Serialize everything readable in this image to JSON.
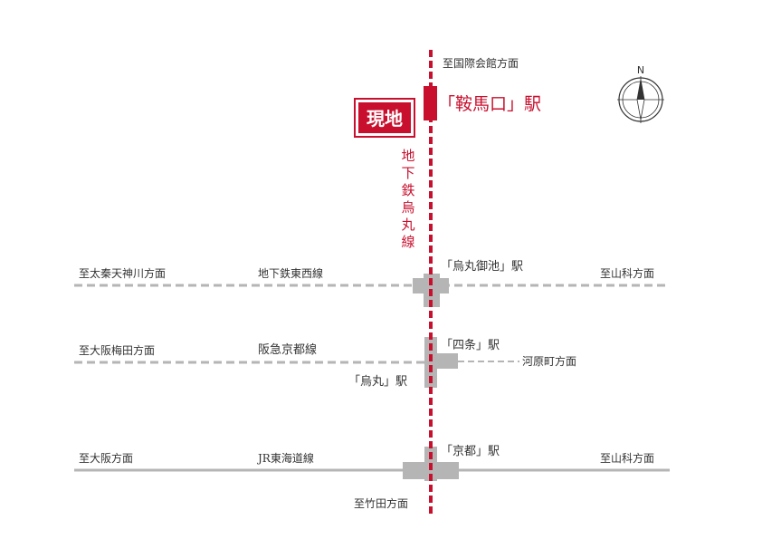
{
  "colors": {
    "subway": "#c8102e",
    "rail_gray": "#b5b5b5",
    "station_gray": "#b5b5b5",
    "text": "#333333",
    "site_badge_bg": "#c8102e",
    "site_badge_text": "#ffffff"
  },
  "site_badge": {
    "label": "現地"
  },
  "subway_line": {
    "name": "地下鉄烏丸線",
    "chars": [
      "地",
      "下",
      "鉄",
      "烏",
      "丸",
      "線"
    ]
  },
  "directions": {
    "north": "至国際会館方面",
    "south": "至竹田方面"
  },
  "compass": {
    "label": "N",
    "icon": "compass-rose-icon"
  },
  "stations": {
    "kurama_guchi": "「鞍馬口」駅",
    "karasuma_oike": "「烏丸御池」駅",
    "shijo": "「四条」駅",
    "karasuma": "「烏丸」駅",
    "kyoto": "「京都」駅"
  },
  "lines": {
    "tozai": {
      "name": "地下鉄東西線",
      "west": "至太秦天神川方面",
      "east": "至山科方面"
    },
    "hankyu": {
      "name": "阪急京都線",
      "west": "至大阪梅田方面",
      "east": "河原町方面"
    },
    "jr": {
      "name": "JR東海道線",
      "west": "至大阪方面",
      "east": "至山科方面"
    }
  }
}
